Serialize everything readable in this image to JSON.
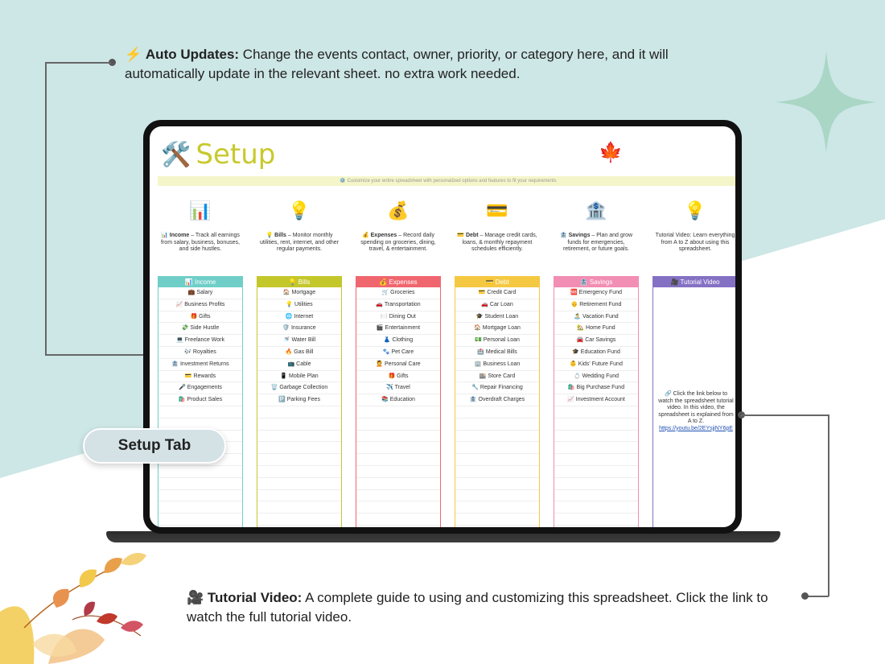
{
  "callouts": {
    "auto_updates": {
      "icon": "⚡",
      "title": "Auto Updates:",
      "text": " Change the events contact, owner, priority, or category here, and it will automatically update in the relevant sheet. no extra work needed."
    },
    "tutorial": {
      "icon": "🎥",
      "title": "Tutorial Video:",
      "text": " A complete guide to using and customizing this spreadsheet. Click the link to watch the full tutorial video."
    },
    "setup_tab_label": "Setup Tab"
  },
  "sheet": {
    "title_icon": "🛠️",
    "title": "Setup",
    "leaf_icon": "🍁",
    "banner": "⚙️ Customize your entire spreadsheet with personalized options and features to fit your requirements",
    "columns": [
      {
        "icon": "📊",
        "color": "#6fcfc8",
        "desc_icon": "📊",
        "desc_bold": "Income",
        "desc": " – Track all earnings from salary, business, bonuses, and side hustles.",
        "header": "📊 Income",
        "items": [
          "💼 Salary",
          "📈 Business Profits",
          "🎁 Gifts",
          "💸 Side Hustle",
          "💻 Freelance Work",
          "🎶 Royalties",
          "🏦 Investment Returns",
          "💳 Rewards",
          "🎤 Engagements",
          "🛍️ Product Sales"
        ]
      },
      {
        "icon": "💡",
        "color": "#c4c72a",
        "desc_icon": "💡",
        "desc_bold": "Bills",
        "desc": " – Monitor monthly utilities, rent, internet, and other regular payments.",
        "header": "💡 Bills",
        "items": [
          "🏠 Mortgage",
          "💡 Utilities",
          "🌐 Internet",
          "🛡️ Insurance",
          "🚿 Water Bill",
          "🔥 Gas Bill",
          "📺 Cable",
          "📱 Mobile Plan",
          "🗑️ Garbage Collection",
          "🅿️ Parking Fees"
        ]
      },
      {
        "icon": "💰",
        "color": "#f0666e",
        "desc_icon": "💰",
        "desc_bold": "Expenses",
        "desc": " – Record daily spending on groceries, dining, travel, & entertainment.",
        "header": "💰 Expenses",
        "items": [
          "🛒 Groceries",
          "🚗 Transportation",
          "🍽️ Dining Out",
          "🎬 Entertainment",
          "👗 Clothing",
          "🐾 Pet Care",
          "💆 Personal Care",
          "🎁 Gifts",
          "✈️ Travel",
          "📚 Education"
        ]
      },
      {
        "icon": "💳",
        "color": "#f5c842",
        "desc_icon": "💳",
        "desc_bold": "Debt",
        "desc": " – Manage credit cards, loans, & monthly repayment schedules efficiently.",
        "header": "💳 Debt",
        "items": [
          "💳 Credit Card",
          "🚗 Car Loan",
          "🎓 Student Loan",
          "🏠 Mortgage Loan",
          "💵 Personal Loan",
          "🏥 Medical Bills",
          "🏢 Business Loan",
          "🏬 Store Card",
          "🔧 Repair Financing",
          "🏦 Overdraft Charges"
        ]
      },
      {
        "icon": "🏦",
        "color": "#f28db3",
        "desc_icon": "🏦",
        "desc_bold": "Savings",
        "desc": " – Plan and grow funds for emergencies, retirement, or future goals.",
        "header": "🏦 Savings",
        "items": [
          "🆘 Emergency Fund",
          "👴 Retirement Fund",
          "🏝️ Vacation Fund",
          "🏡 Home Fund",
          "🚘 Car Savings",
          "🎓 Education Fund",
          "👶 Kids' Future Fund",
          "💍 Wedding Fund",
          "🛍️ Big Purchase Fund",
          "📈 Investment Account"
        ]
      },
      {
        "icon": "💡",
        "color": "#8571c4",
        "desc_icon": "",
        "desc_bold": "",
        "desc": "Tutorial Video: Learn everything from A to Z about using this spreadsheet.",
        "header": "🎥 Tutorial Video",
        "items": [],
        "note": "🔗 Click the link below to watch the spreadsheet tutorial video. In this video, the spreadsheet is explained from A to Z.",
        "link": "https://youtu.be/2EYsjjNY6pE"
      }
    ]
  }
}
